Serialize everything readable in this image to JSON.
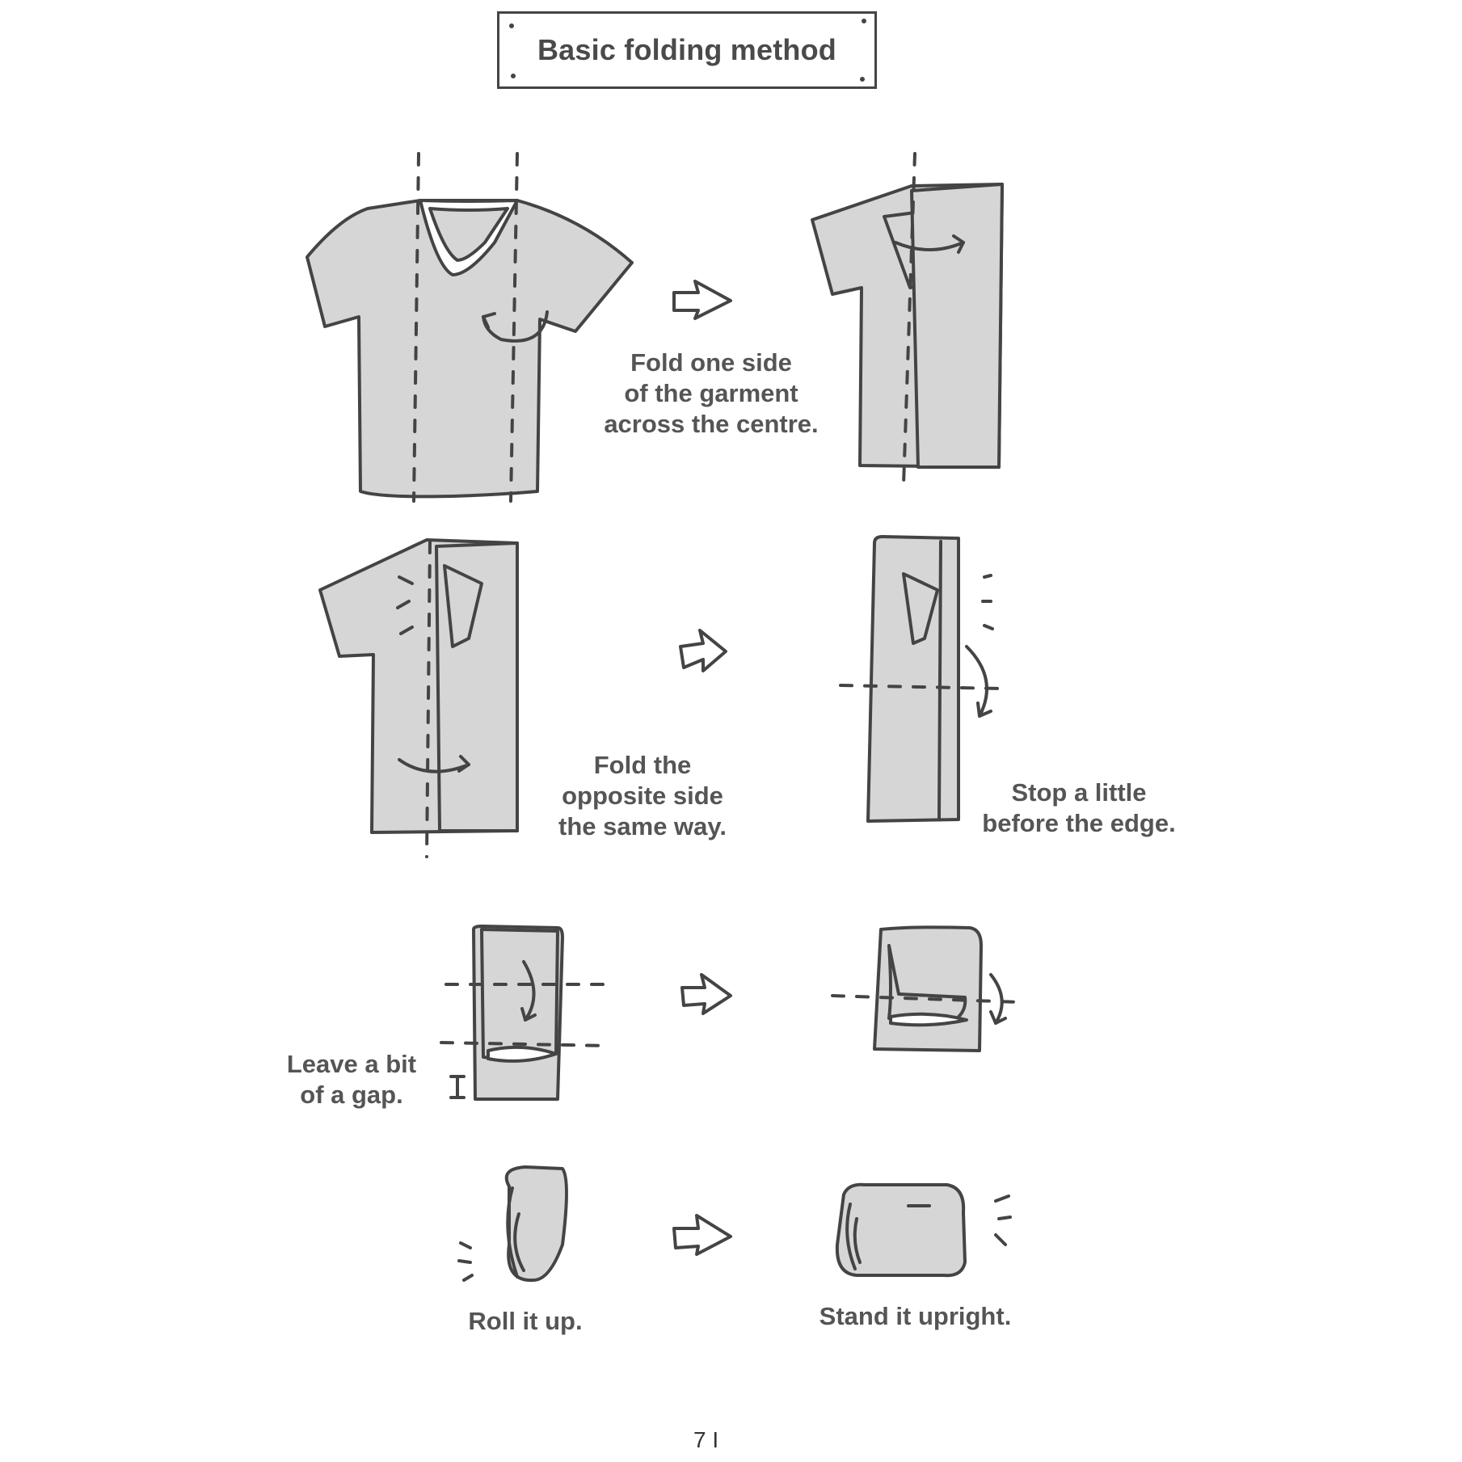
{
  "page": {
    "title": "Basic folding method",
    "page_number": "7 I"
  },
  "steps": [
    {
      "id": 1,
      "caption": "Fold one side\nof the garment\nacross the centre."
    },
    {
      "id": 2,
      "caption": "Fold the\nopposite side\nthe same way."
    },
    {
      "id": 3,
      "caption": "Stop a little\nbefore the edge."
    },
    {
      "id": 4,
      "caption": "Leave a bit\nof a gap."
    },
    {
      "id": 5,
      "caption": "Roll it up."
    },
    {
      "id": 6,
      "caption": "Stand it upright."
    }
  ],
  "icons": {
    "step_arrow": "right-block-arrow",
    "fold_arrow": "curved-arrow",
    "fold_line": "dashed-line"
  },
  "colors": {
    "ink": "#444444",
    "garment_fill": "#d6d6d6",
    "background": "#ffffff"
  }
}
